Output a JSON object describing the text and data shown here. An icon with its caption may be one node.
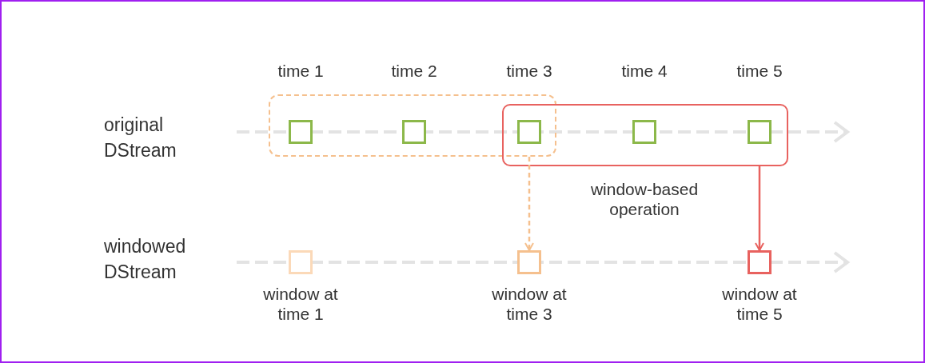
{
  "diagram": {
    "nodes": [
      {
        "text": [],
        "shape": "box"
      },
      {
        "text": [],
        "shape": "box",
        "beside": [
          "window-based operation"
        ]
      },
      {
        "text": [],
        "shape": "box",
        "in": 0,
        "beside": [
          "time 1"
        ]
      },
      {
        "text": [],
        "shape": "box",
        "in": 0,
        "beside": [
          "time 2"
        ]
      },
      {
        "text": [],
        "shape": "box",
        "beside": [
          "time 3"
        ]
      },
      {
        "text": [],
        "shape": "box",
        "in": 1,
        "beside": [
          "time 4"
        ]
      },
      {
        "text": [],
        "shape": "box",
        "in": 1,
        "beside": [
          "time 5"
        ]
      },
      {
        "text": [],
        "shape": "box",
        "beside": [
          "window at time 1"
        ]
      },
      {
        "text": [],
        "shape": "box",
        "beside": [
          "window at time 3"
        ]
      },
      {
        "text": [],
        "shape": "box",
        "beside": [
          "window at time 5"
        ]
      }
    ],
    "edges": [
      {
        "from": 0,
        "to": 8,
        "arrow": "to",
        "style": "dashed",
        "color": "#f5c08e"
      },
      {
        "from": 1,
        "to": 9,
        "arrow": "to",
        "color": "#e8625f"
      }
    ],
    "labels": [
      "original DStream",
      "windowed DStream"
    ]
  }
}
